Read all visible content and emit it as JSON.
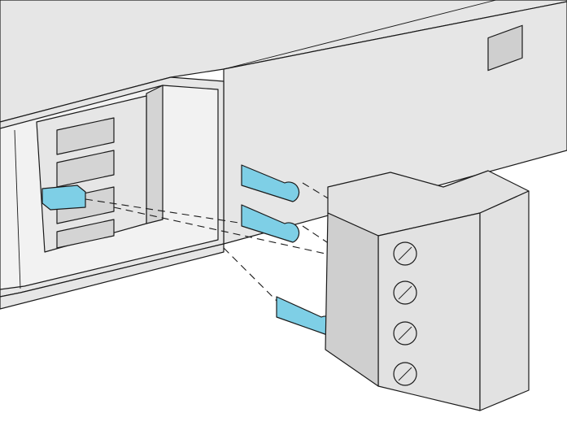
{
  "colors": {
    "housing": "#e6e6e6",
    "housing_dark": "#d4d4d4",
    "recess": "#f2f2f2",
    "plug": "#e2e2e2",
    "plug_shade": "#cfcfcf",
    "pin": "#7ecfe6",
    "outline": "#1a1a1a"
  },
  "icons": [
    "device-housing",
    "terminal-block-socket",
    "terminal-block-plug",
    "screw-terminal",
    "blue-pin",
    "alignment-guide"
  ]
}
